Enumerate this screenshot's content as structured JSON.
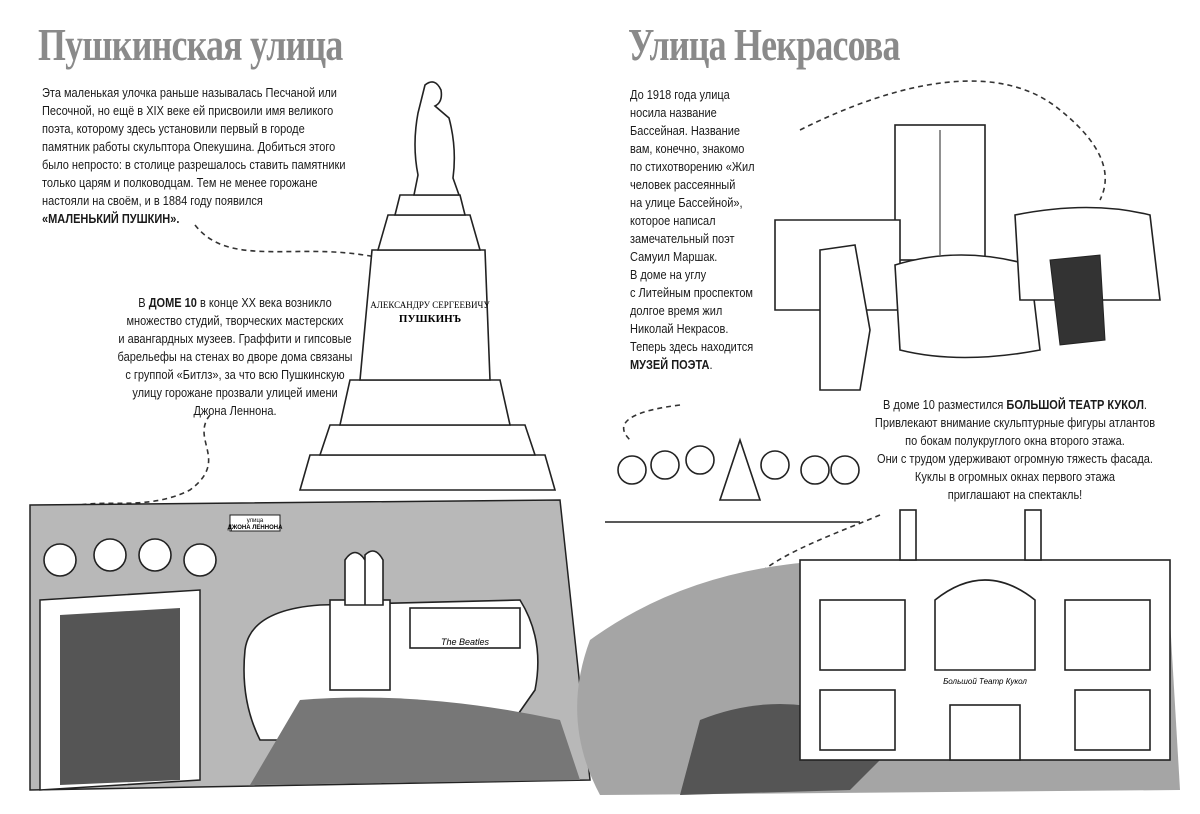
{
  "left_page": {
    "title": "Пушкинская улица",
    "intro": "Эта маленькая улочка раньше называлась Песчаной или\nПесочной, но ещё в XIX веке ей присвоили имя великого\nпоэта, которому здесь установили первый в городе\nпамятник работы скульптора Опекушина. Добиться этого\nбыло непросто: в столице разрешалось ставить памятники\nтолько царям и полководцам. Тем не менее горожане\nнастояли на своём, и в 1884 году появился",
    "intro_bold": "«МАЛЕНЬКИЙ ПУШКИН».",
    "house_prefix": "В",
    "house_bold": "ДОМЕ 10",
    "house_text": " в конце XX века возникло\nмножество студий, творческих мастерских\nи авангардных музеев. Граффити и гипсовые\nбарельефы на стенах во дворе дома связаны\nс группой «Битлз», за что всю Пушкинскую\nулицу горожане прозвали улицей имени\nДжона Леннона.",
    "monument_inscription": "ПУШКИНЪ",
    "monument_top_inscription": "АЛЕКСАНДРУ СЕРГЕЕВИЧУ",
    "street_sign_line1": "улица",
    "street_sign_line2": "ДЖОНА ЛЕННОНА",
    "graffiti_text": "The Beatles"
  },
  "right_page": {
    "title": "Улица Некрасова",
    "intro": "До 1918 года улица\nносила название\nБассейная. Название\nвам, конечно, знакомо\nпо стихотворению «Жил\nчеловек рассеянный\nна улице Бассейной»,\nкоторое написал\nзамечательный поэт\nСамуил Маршак.\nВ доме на углу\nс Литейным проспектом\nдолгое время жил\nНиколай Некрасов.\nТеперь здесь находится",
    "intro_bold": "МУЗЕЙ ПОЭТА",
    "theatre_prefix": "В доме 10 разместился ",
    "theatre_bold": "БОЛЬШОЙ ТЕАТР КУКОЛ",
    "theatre_text": "Привлекают внимание скульптурные фигуры атлантов\nпо бокам полукруглого окна второго этажа.\nОни с трудом удерживают огромную тяжесть фасада.\nКуклы в огромных окнах первого этажа\nприглашают на спектакль!",
    "theatre_sign": "Большой Театр Кукол"
  },
  "colors": {
    "title": "#8a8a8a",
    "ink": "#1a1a1a",
    "wash": "#9a9a9a"
  }
}
